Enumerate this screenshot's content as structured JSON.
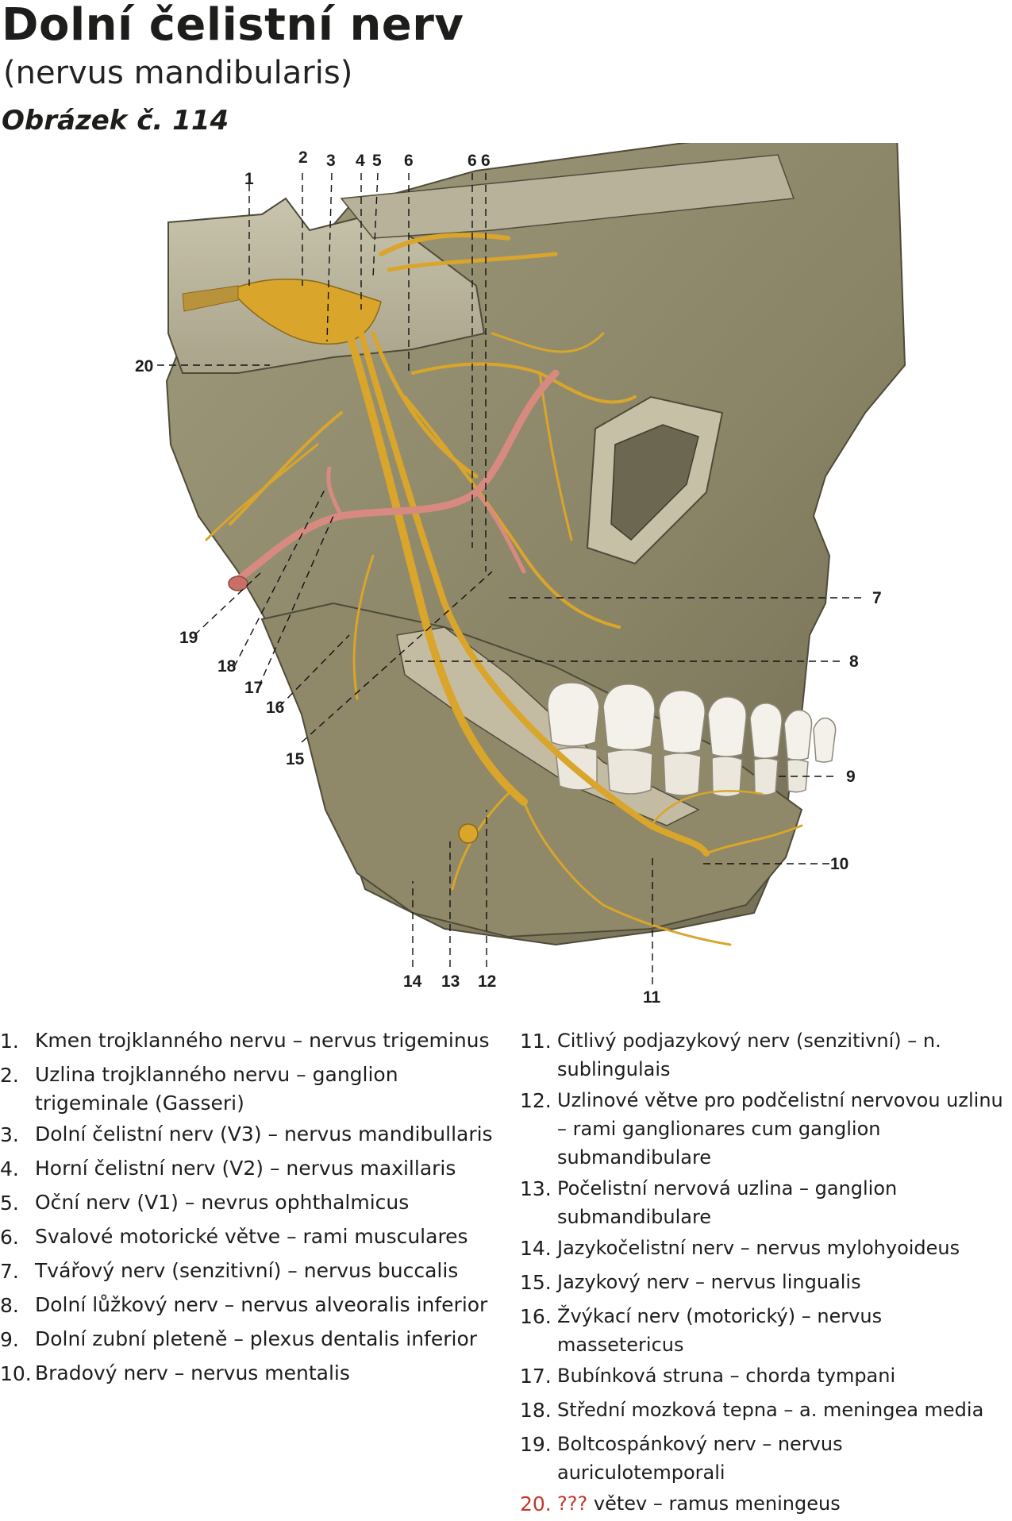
{
  "header": {
    "title": "Dolní čelistní nerv",
    "subtitle": "(nervus mandibularis)",
    "figure_label": "Obrázek č. 114"
  },
  "colors": {
    "bone": "#8c8568",
    "bone_dark": "#6f6a52",
    "nerve": "#d9a52b",
    "artery": "#d98a80",
    "teeth": "#f4f1ea",
    "accent_red": "#c0392b"
  },
  "callouts": {
    "c1": "1",
    "c2": "2",
    "c3": "3",
    "c4": "4",
    "c5": "5",
    "c6a": "6",
    "c6b": "6",
    "c6c": "6",
    "c7": "7",
    "c8": "8",
    "c9": "9",
    "c10": "10",
    "c11": "11",
    "c12": "12",
    "c13": "13",
    "c14": "14",
    "c15": "15",
    "c16": "16",
    "c17": "17",
    "c18": "18",
    "c19": "19",
    "c20": "20"
  },
  "legend_left": [
    {
      "num": "1.",
      "text": "Kmen trojklanného nervu – nervus trigeminus"
    },
    {
      "num": "2.",
      "text": "Uzlina trojklanného nervu – ganglion trigeminale (Gasseri)"
    },
    {
      "num": "3.",
      "text": "Dolní čelistní nerv (V3) – nervus mandibullaris"
    },
    {
      "num": "4.",
      "text": "Horní čelistní nerv (V2) – nervus maxillaris"
    },
    {
      "num": "5.",
      "text": "Oční nerv (V1) – nevrus ophthalmicus"
    },
    {
      "num": "6.",
      "text": "Svalové motorické větve – rami musculares"
    },
    {
      "num": "7.",
      "text": "Tvářový nerv (senzitivní) – nervus buccalis"
    },
    {
      "num": "8.",
      "text": "Dolní lůžkový nerv – nervus alveoralis inferior"
    },
    {
      "num": "9.",
      "text": "Dolní zubní pleteně – plexus dentalis inferior"
    },
    {
      "num": "10.",
      "text": "Bradový nerv – nervus mentalis"
    }
  ],
  "legend_right": [
    {
      "num": "11.",
      "text": "Citlivý podjazykový nerv (senzitivní) – n. sublingulais"
    },
    {
      "num": "12.",
      "text": "Uzlinové větve pro podčelistní nervovou uzlinu – rami ganglionares cum ganglion submandibulare"
    },
    {
      "num": "13.",
      "text": "Počelistní nervová uzlina – ganglion submandibulare"
    },
    {
      "num": "14.",
      "text": "Jazykočelistní nerv – nervus mylohyoideus"
    },
    {
      "num": "15.",
      "text": "Jazykový nerv – nervus lingualis"
    },
    {
      "num": "16.",
      "text": "Žvýkací nerv (motorický) – nervus massetericus"
    },
    {
      "num": "17.",
      "text": "Bubínková struna – chorda tympani"
    },
    {
      "num": "18.",
      "text": "Střední mozková tepna – a. meningea media"
    },
    {
      "num": "19.",
      "text": "Boltcospánkový nerv – nervus auriculotemporali"
    }
  ],
  "legend_item_20": {
    "num": "20.",
    "unknown": "???",
    "text": "větev – ramus meningeus"
  }
}
